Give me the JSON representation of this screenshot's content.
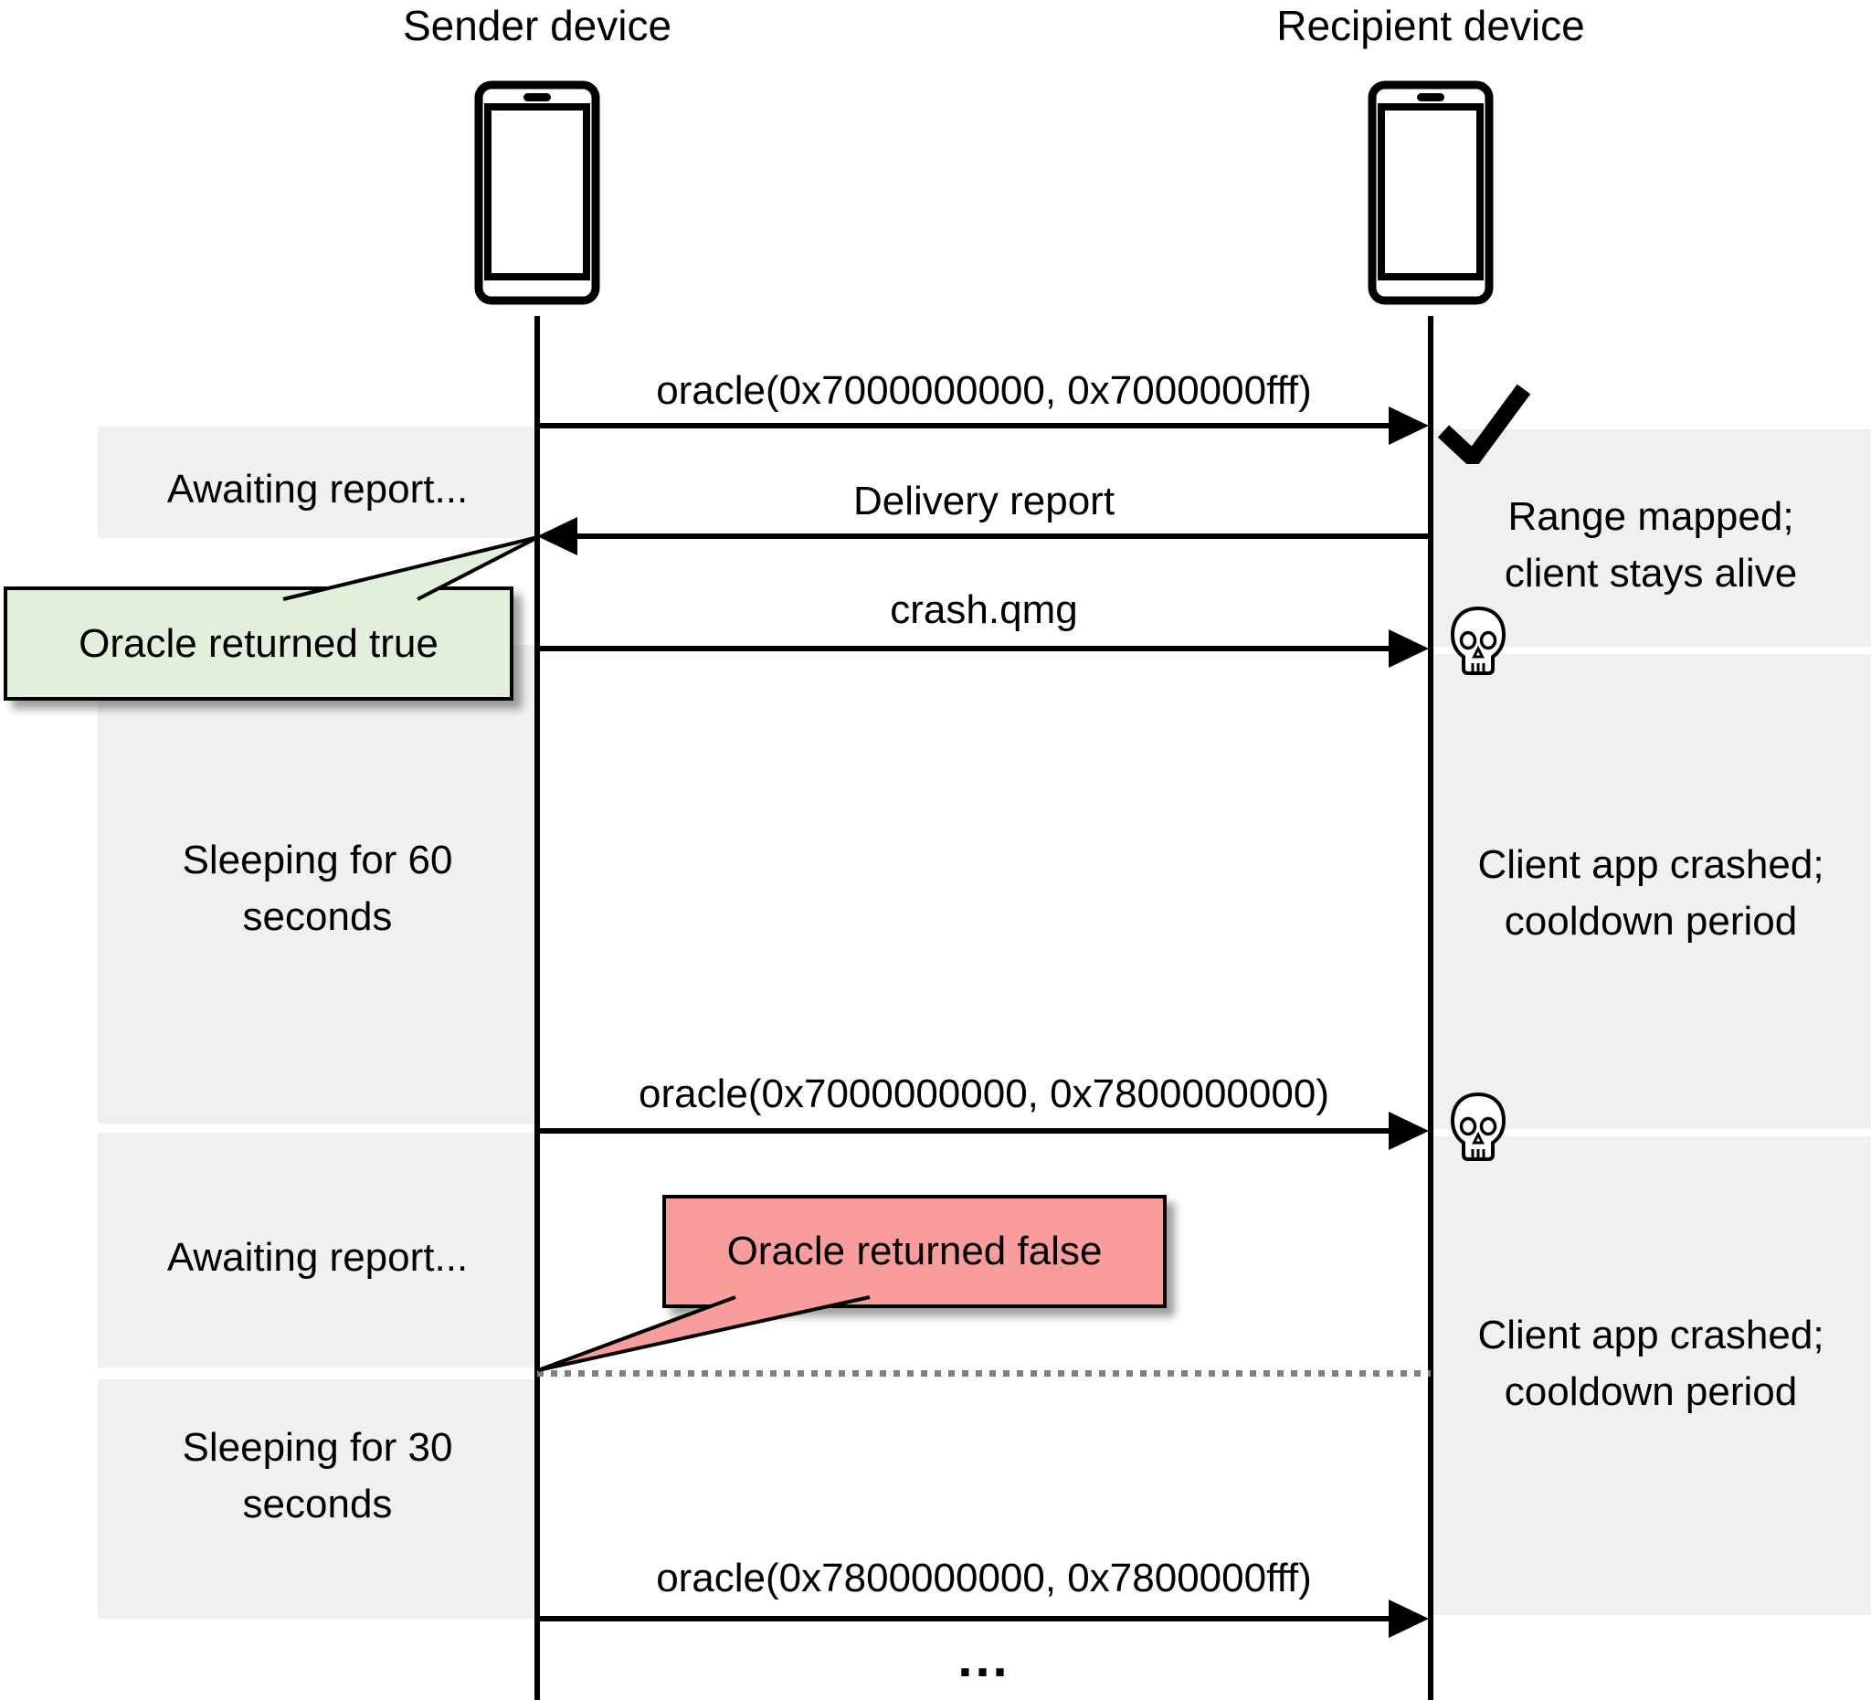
{
  "participants": [
    {
      "name": "Sender device"
    },
    {
      "name": "Recipient device"
    }
  ],
  "messages": [
    {
      "label": "oracle(0x7000000000, 0x7000000fff)",
      "from": "sender",
      "to": "recipient"
    },
    {
      "label": "Delivery report",
      "from": "recipient",
      "to": "sender"
    },
    {
      "label": "crash.qmg",
      "from": "sender",
      "to": "recipient"
    },
    {
      "label": "oracle(0x7000000000, 0x7800000000)",
      "from": "sender",
      "to": "recipient"
    },
    {
      "label": "oracle(0x7800000000, 0x7800000fff)",
      "from": "sender",
      "to": "recipient"
    }
  ],
  "sender_states": [
    {
      "line1": "Awaiting report..."
    },
    {
      "line1": "Sleeping for 60",
      "line2": "seconds"
    },
    {
      "line1": "Awaiting report..."
    },
    {
      "line1": "Sleeping for 30",
      "line2": "seconds"
    }
  ],
  "recipient_states": [
    {
      "line1": "Range mapped;",
      "line2": "client stays alive"
    },
    {
      "line1": "Client app crashed;",
      "line2": "cooldown period"
    },
    {
      "line1": "Client app crashed;",
      "line2": "cooldown period"
    }
  ],
  "callouts": {
    "oracle_true": {
      "label": "Oracle returned true"
    },
    "oracle_false": {
      "label": "Oracle returned false"
    }
  },
  "continuation": "...",
  "icons": {
    "phone": "📱",
    "checkmark": "✓",
    "skull": "💀"
  },
  "colors": {
    "band-gray": "#f0f0f0",
    "callout-true-fill": "#e2efda",
    "callout-false-fill": "#f89c9c",
    "dotted-line": "#7f7f7f"
  }
}
